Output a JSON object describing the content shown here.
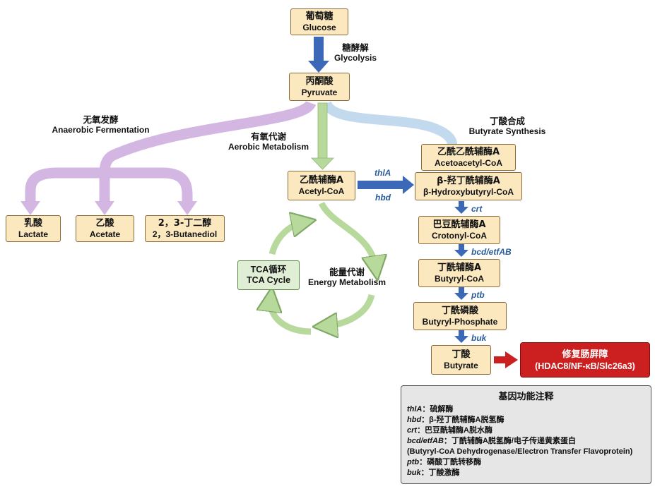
{
  "nodes": {
    "glucose": {
      "cn": "葡萄糖",
      "en": "Glucose"
    },
    "pyruvate": {
      "cn": "丙酮酸",
      "en": "Pyruvate"
    },
    "lactate": {
      "cn": "乳酸",
      "en": "Lactate"
    },
    "acetate": {
      "cn": "乙酸",
      "en": "Acetate"
    },
    "butanediol": {
      "cn": "2，3-丁二醇",
      "en": "2，3-Butanediol"
    },
    "acetyl_coa": {
      "cn": "乙酰辅酶A",
      "en": "Acetyl-CoA"
    },
    "acetoacetyl_coa": {
      "cn": "乙酰乙酰辅酶A",
      "en": "Acetoacetyl-CoA"
    },
    "hydroxybutyryl_coa": {
      "cn": "β-羟丁酰辅酶A",
      "en": "β-Hydroxybutyryl-CoA"
    },
    "crotonyl_coa": {
      "cn": "巴豆酰辅酶A",
      "en": "Crotonyl-CoA"
    },
    "butyryl_coa": {
      "cn": "丁酰辅酶A",
      "en": "Butyryl-CoA"
    },
    "butyryl_phosphate": {
      "cn": "丁酰磷酸",
      "en": "Butyryl-Phosphate"
    },
    "butyrate": {
      "cn": "丁酸",
      "en": "Butyrate"
    },
    "tca": {
      "line1": "TCA循环",
      "line2": "TCA Cycle"
    }
  },
  "pathway_labels": {
    "glycolysis": {
      "cn": "糖酵解",
      "en": "Glycolysis"
    },
    "anaerobic": {
      "cn": "无氧发酵",
      "en": "Anaerobic Fermentation"
    },
    "aerobic": {
      "cn": "有氧代谢",
      "en": "Aerobic Metabolism"
    },
    "butyrate_synthesis": {
      "cn": "丁酸合成",
      "en": "Butyrate Synthesis"
    },
    "energy": {
      "cn": "能量代谢",
      "en": "Energy Metabolism"
    }
  },
  "enzymes": {
    "thlA": "thlA",
    "hbd": "hbd",
    "crt": "crt",
    "bcd": "bcd/etfAB",
    "ptb": "ptb",
    "buk": "buk"
  },
  "outcome": {
    "cn": "修复肠屏障",
    "en": "(HDAC8/NF-κB/Slc26a3)"
  },
  "annotation": {
    "title": "基因功能注释",
    "rows": [
      {
        "gene": "thlA",
        "desc": "：硫解酶"
      },
      {
        "gene": "hbd",
        "desc": "：β-羟丁酰辅酶A脱氢酶"
      },
      {
        "gene": "crt",
        "desc": "：巴豆酰辅酶A脱水酶"
      },
      {
        "gene": "bcd/etfAB",
        "desc": "：丁酰辅酶A脱氢酶/电子传递黄素蛋白"
      },
      {
        "gene": "",
        "desc": "(Butyryl-CoA Dehydrogenase/Electron Transfer Flavoprotein)"
      },
      {
        "gene": "ptb",
        "desc": "：磷酸丁酰转移酶"
      },
      {
        "gene": "buk",
        "desc": "：丁酸激酶"
      }
    ]
  },
  "colors": {
    "node_fill": "#fbe8bf",
    "purple_arrow": "#d4b6e3",
    "green_arrow": "#b8d99c",
    "blue_arrow": "#3c68b8",
    "outcome_red": "#cc1f1f"
  }
}
